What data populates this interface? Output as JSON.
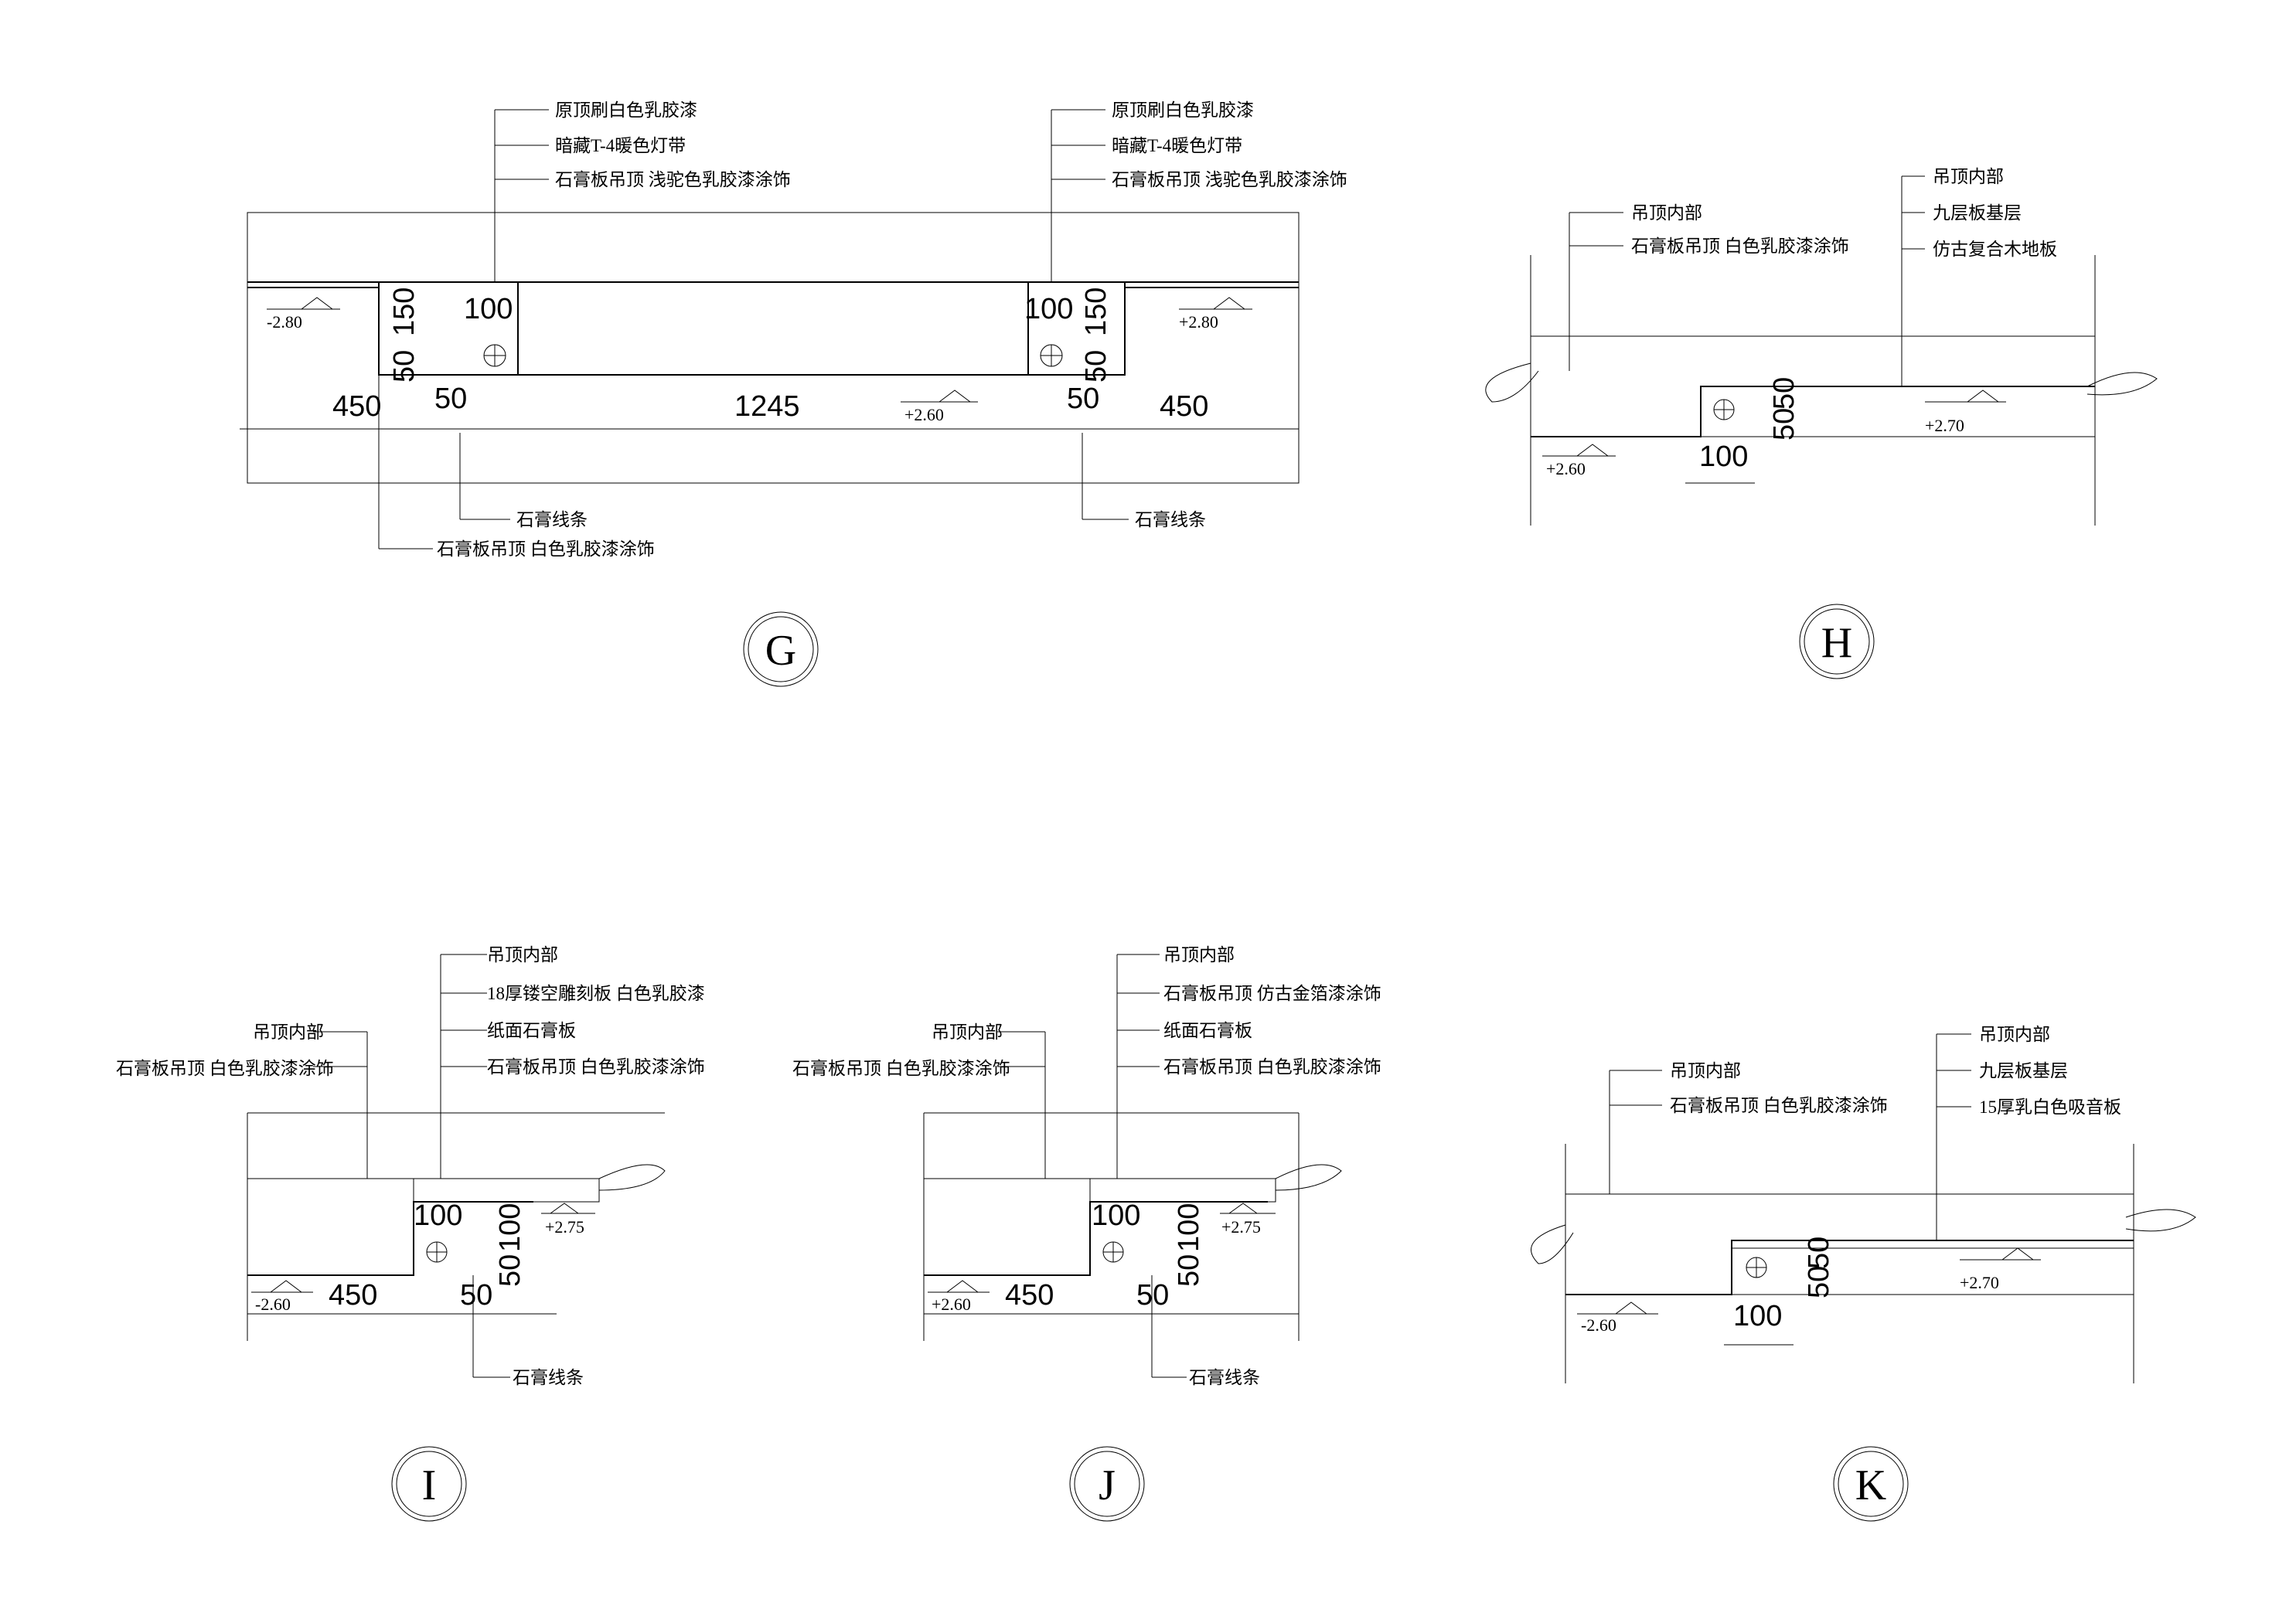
{
  "details": {
    "G": {
      "tag": "G",
      "left_notes": [
        "原顶刷白色乳胶漆",
        "暗藏T-4暖色灯带",
        "石膏板吊顶 浅驼色乳胶漆涂饰"
      ],
      "right_notes": [
        "原顶刷白色乳胶漆",
        "暗藏T-4暖色灯带",
        "石膏板吊顶 浅驼色乳胶漆涂饰"
      ],
      "bottom_left_notes": [
        "石膏线条",
        "石膏板吊顶 白色乳胶漆涂饰"
      ],
      "bottom_right_note": "石膏线条",
      "levels": {
        "left": "-2.80",
        "right": "+2.80",
        "center": "+2.60"
      },
      "dims": {
        "a450_left": "450",
        "a1245": "1245",
        "a450_right": "450",
        "a50_left": "50",
        "a50_right": "50",
        "a100_left": "100",
        "a100_right": "100",
        "v150_left": "150",
        "v50_left": "50",
        "v150_right": "150",
        "v50_right": "50"
      }
    },
    "H": {
      "tag": "H",
      "left_notes": [
        "吊顶内部",
        "石膏板吊顶 白色乳胶漆涂饰"
      ],
      "right_notes": [
        "吊顶内部",
        "九层板基层",
        "仿古复合木地板"
      ],
      "levels": {
        "left": "+2.60",
        "right": "+2.70"
      },
      "dims": {
        "h100": "100",
        "v50": "50",
        "v50b": "50"
      }
    },
    "I": {
      "tag": "I",
      "left_notes": [
        "吊顶内部",
        "石膏板吊顶 白色乳胶漆涂饰"
      ],
      "right_notes": [
        "吊顶内部",
        "18厚镂空雕刻板 白色乳胶漆",
        "纸面石膏板",
        "石膏板吊顶 白色乳胶漆涂饰"
      ],
      "bottom_note": "石膏线条",
      "levels": {
        "left": "-2.60",
        "right": "+2.75"
      },
      "dims": {
        "h100": "100",
        "v100": "100",
        "v50": "50",
        "h450": "450",
        "h50": "50"
      }
    },
    "J": {
      "tag": "J",
      "left_notes": [
        "吊顶内部",
        "石膏板吊顶 白色乳胶漆涂饰"
      ],
      "right_notes": [
        "吊顶内部",
        "石膏板吊顶 仿古金箔漆涂饰",
        "纸面石膏板",
        "石膏板吊顶 白色乳胶漆涂饰"
      ],
      "bottom_note": "石膏线条",
      "levels": {
        "left": "+2.60",
        "right": "+2.75"
      },
      "dims": {
        "h100": "100",
        "v100": "100",
        "v50": "50",
        "h450": "450",
        "h50": "50"
      }
    },
    "K": {
      "tag": "K",
      "left_notes": [
        "吊顶内部",
        "石膏板吊顶 白色乳胶漆涂饰"
      ],
      "right_notes": [
        "吊顶内部",
        "九层板基层",
        "15厚乳白色吸音板"
      ],
      "levels": {
        "left": "-2.60",
        "right": "+2.70"
      },
      "dims": {
        "h100": "100",
        "v50": "50",
        "v50b": "50"
      }
    }
  }
}
